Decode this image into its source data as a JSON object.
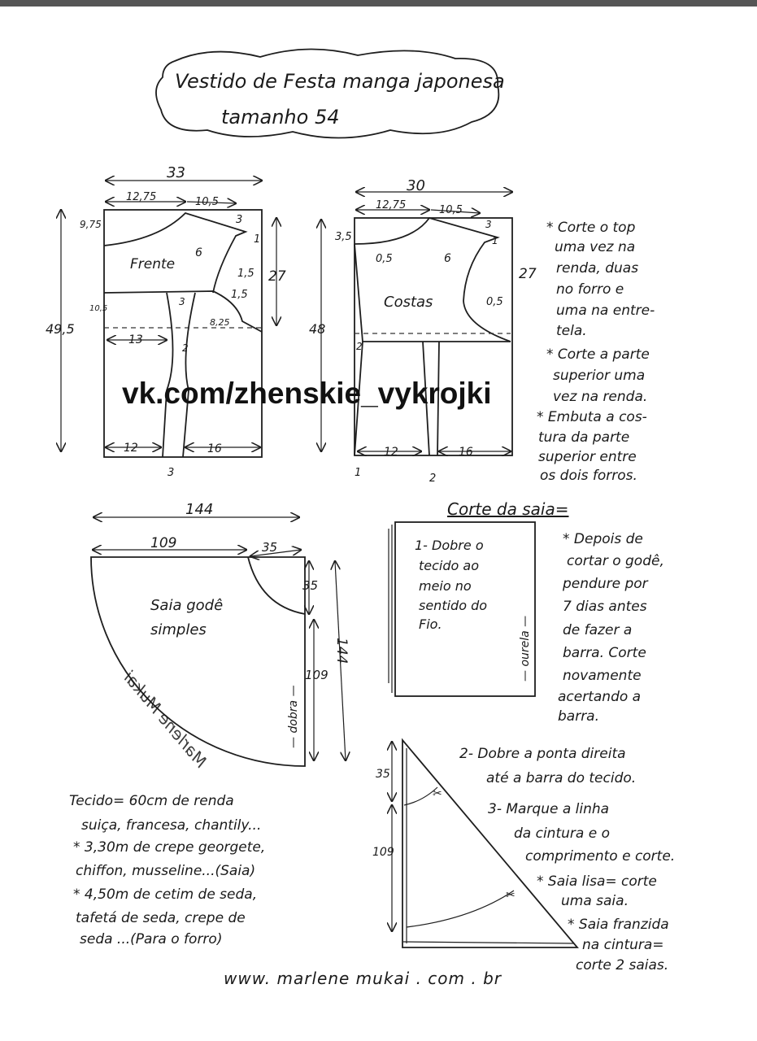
{
  "title": {
    "line1": "Vestido de Festa  manga japonesa",
    "line2": "tamanho  54"
  },
  "watermark": "vk.com/zhenskie_vykrojki",
  "frente": {
    "label": "Frente",
    "dims": {
      "width": "33",
      "neck_left": "12,75",
      "neck_right": "10,5",
      "shoulder_drop": "9,75",
      "height": "49,5",
      "upper": "27",
      "armhole": "6",
      "shoulder": "3",
      "one": "1",
      "a": "1,5",
      "b": "1,5",
      "side": "8,25",
      "waist_gap": "3",
      "waist_left": "10,5",
      "dart_left": "13",
      "dart": "2",
      "bottom_left": "12",
      "bottom_right": "16",
      "bottom_gap": "3"
    }
  },
  "costas": {
    "label": "Costas",
    "dims": {
      "width": "30",
      "neck_left": "12,75",
      "neck_right": "10,5",
      "shoulder": "3",
      "neck_drop": "3,5",
      "center": "0,5",
      "armhole": "6",
      "one": "1",
      "upper": "27",
      "side": "0,5",
      "height": "48",
      "two": "2",
      "bottom_left": "12",
      "bottom_right": "16",
      "bottom_a": "1",
      "bottom_b": "2"
    }
  },
  "notes_top": [
    "* Corte o top",
    "uma vez na",
    "renda,  duas",
    "no forro e",
    "uma na entre-",
    "tela.",
    "* Corte a parte",
    "superior uma",
    "vez na renda.",
    "* Embuta a cos-",
    "tura da parte",
    "superior entre",
    "os  dois forros."
  ],
  "saia_heading": "Corte da saia=",
  "saia": {
    "label1": "Saia godê",
    "label2": "simples",
    "width": "144",
    "top_left": "109",
    "top_right": "35",
    "right_top": "35",
    "right_total": "144",
    "right_bottom": "109",
    "fold": "— dobra —",
    "signature": "Marlene Mukai"
  },
  "step1": [
    "1- Dobre o",
    "tecido ao",
    "meio no",
    "sentido do",
    "Fio."
  ],
  "selvage": "— ourela —",
  "notes_skirt": [
    "* Depois de",
    "cortar o godê,",
    "pendure por",
    "7 dias antes",
    "de fazer a",
    "barra. Corte",
    "novamente",
    "acertando a",
    "barra."
  ],
  "triangle": {
    "d1": "35",
    "d2": "109"
  },
  "steps": [
    "2- Dobre a ponta direita",
    "até a barra do tecido.",
    "3- Marque a linha",
    "da cintura e o",
    "comprimento e corte.",
    "* Saia lisa= corte",
    "uma saia.",
    "* Saia franzida",
    "na cintura=",
    "corte 2 saias."
  ],
  "fabric": [
    "Tecido= 60cm  de renda",
    "suiça, francesa, chantily...",
    "*  3,30m de  crepe georgete,",
    "chiffon, musseline...(Saia)",
    "*  4,50m de  cetim de seda,",
    "tafetá de seda, crepe de",
    "seda ...(Para o forro)"
  ],
  "website": "www. marlene mukai . com . br"
}
